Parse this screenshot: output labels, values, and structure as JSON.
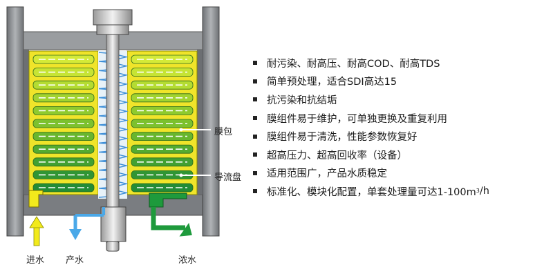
{
  "labels": {
    "membrane_pack": "膜包",
    "flow_disc": "导流盘",
    "inlet": "进水",
    "product": "产水",
    "concentrate": "浓水"
  },
  "features": [
    {
      "text": "耐污染、耐高压、耐高COD、耐高TDS"
    },
    {
      "text": "简单预处理，适合SDI高达15"
    },
    {
      "text": "抗污染和抗结垢"
    },
    {
      "text": "膜组件易于维护，可单独更换及重复利用"
    },
    {
      "text": "膜组件易于清洗，性能参数恢复好"
    },
    {
      "text": "超高压力、超高回收率（设备）"
    },
    {
      "text": "适用范围广，产品水质稳定"
    },
    {
      "text": "标准化、模块化配置，单套处理量可达1-100m",
      "sup": "3",
      "suffix": "/h"
    }
  ],
  "colors": {
    "feed": "#f2ea1c",
    "product": "#4aa8e8",
    "concentrate": "#1e9a3c",
    "housing": "#8f9295",
    "housing_dark": "#55585c"
  }
}
